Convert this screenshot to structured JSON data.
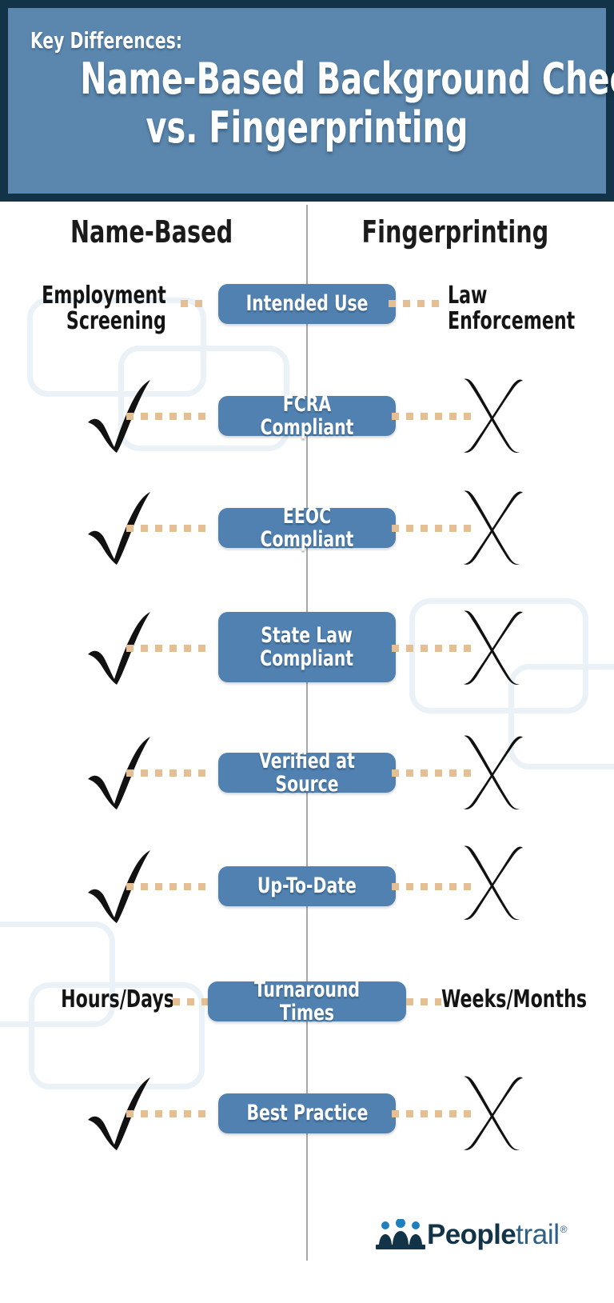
{
  "header": {
    "kicker": "Key Differences:",
    "title_line1": "Name-Based Background Checks",
    "title_line2": "vs. Fingerprinting"
  },
  "columns": {
    "left_label": "Name-Based",
    "right_label": "Fingerprinting"
  },
  "colors": {
    "header_border": "#133349",
    "header_fill": "#5b87ae",
    "pill_fill": "#5081b0",
    "connector_dots": "#e3bf93",
    "divider": "#a6a8ab",
    "watermark": "#eaf1f7",
    "mark_black": "#111111",
    "logo_dark": "#133349",
    "logo_light": "#2e5f85"
  },
  "rows": [
    {
      "criterion": "Intended Use",
      "left_type": "text",
      "left_value": "Employment\nScreening",
      "right_type": "text",
      "right_value": "Law\nEnforcement"
    },
    {
      "criterion": "FCRA Compliant",
      "left_type": "check",
      "left_value": "check-mark",
      "right_type": "cross",
      "right_value": "x-mark"
    },
    {
      "criterion": "EEOC Compliant",
      "left_type": "check",
      "left_value": "check-mark",
      "right_type": "cross",
      "right_value": "x-mark"
    },
    {
      "criterion": "State Law\nCompliant",
      "left_type": "check",
      "left_value": "check-mark",
      "right_type": "cross",
      "right_value": "x-mark"
    },
    {
      "criterion": "Verified at Source",
      "left_type": "check",
      "left_value": "check-mark",
      "right_type": "cross",
      "right_value": "x-mark"
    },
    {
      "criterion": "Up-To-Date",
      "left_type": "check",
      "left_value": "check-mark",
      "right_type": "cross",
      "right_value": "x-mark"
    },
    {
      "criterion": "Turnaround Times",
      "left_type": "text",
      "left_value": "Hours/Days",
      "right_type": "text",
      "right_value": "Weeks/Months"
    },
    {
      "criterion": "Best Practice",
      "left_type": "check",
      "left_value": "check-mark",
      "right_type": "cross",
      "right_value": "x-mark"
    }
  ],
  "logo": {
    "brand_bold": "People",
    "brand_light": "trail",
    "registered": "®",
    "mark": "three-people-icon"
  }
}
